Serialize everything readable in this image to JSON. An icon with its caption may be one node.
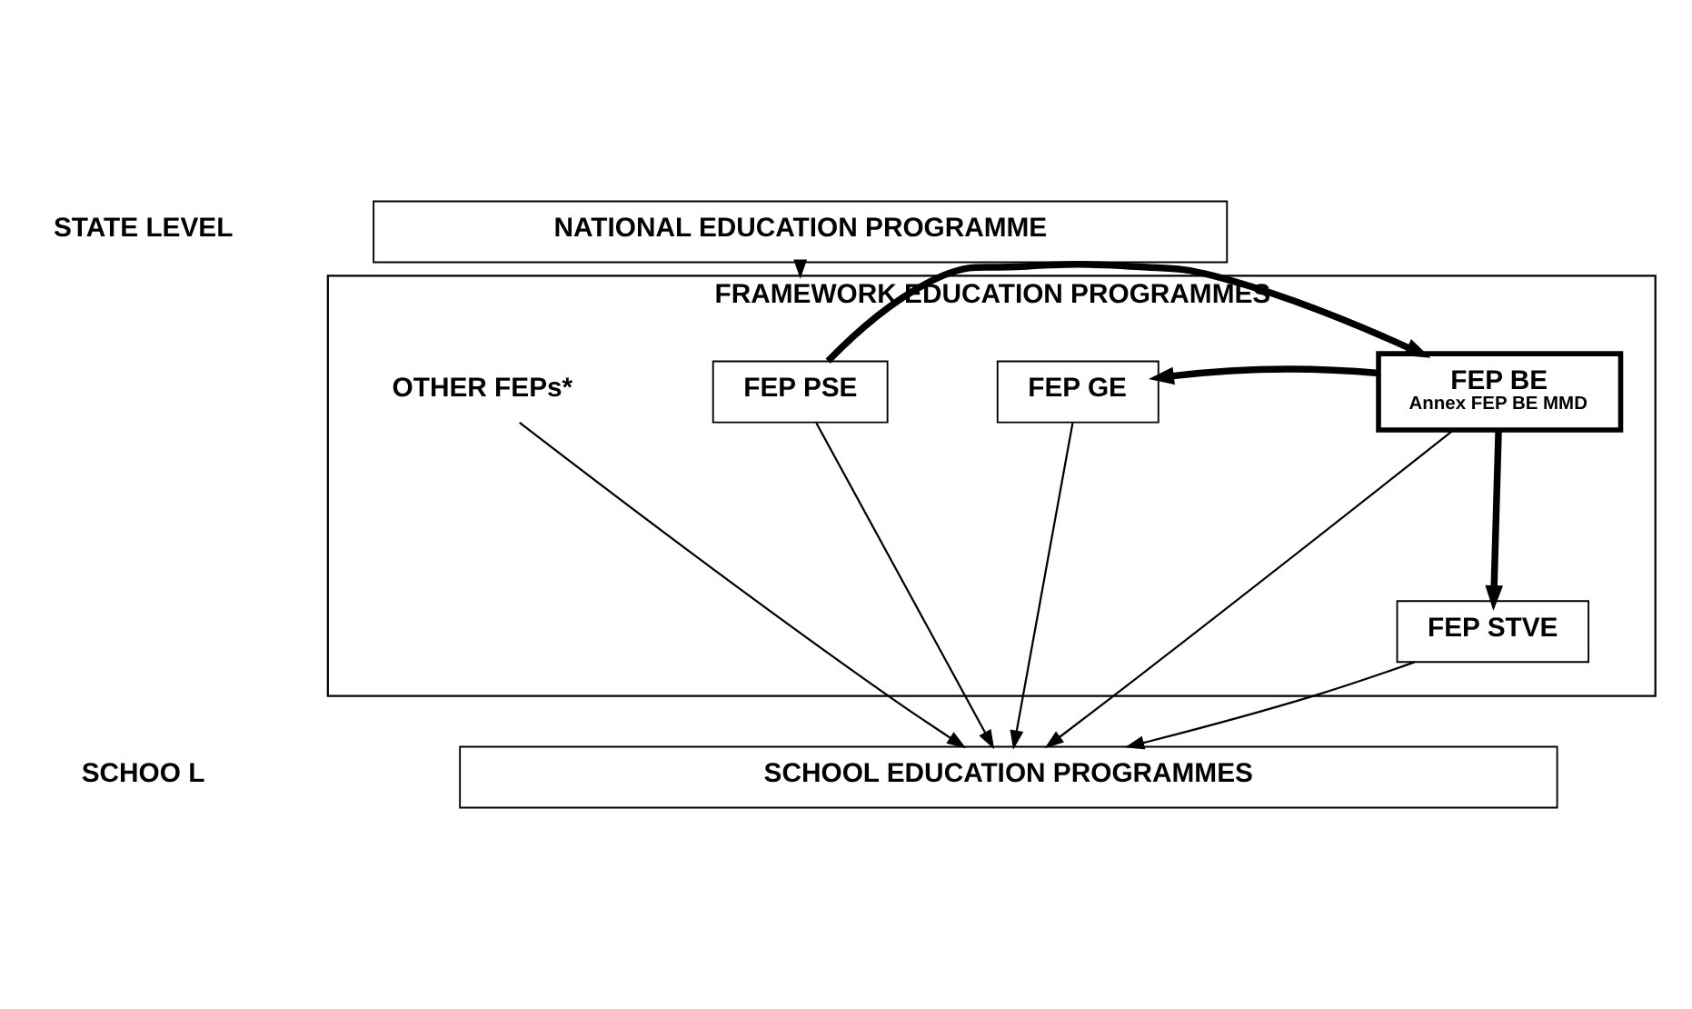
{
  "diagram": {
    "nodes": [
      {
        "text": [
          "NATIONAL EDUCATION PROGRAMME"
        ]
      },
      {
        "text": [
          "FRAMEWORK EDUCATION PROGRAMMES"
        ]
      },
      {
        "text": [
          "FEP PSE"
        ],
        "in": 1
      },
      {
        "text": [
          "FEP BE",
          "Annex FEP BE MMD"
        ],
        "in": 1
      },
      {
        "text": [
          "FEP GE"
        ],
        "in": 1
      },
      {
        "text": [
          "FEP STVE"
        ],
        "in": 1
      },
      {
        "text": [
          "OTHER FEPs*"
        ],
        "in": 1
      },
      {
        "text": [
          "SCHOOL EDUCATION PROGRAMMES"
        ]
      }
    ],
    "edges": [
      {
        "from": 0,
        "to": 1,
        "arrow": "to"
      },
      {
        "from": 2,
        "to": 3,
        "arrow": "to",
        "style": "thick"
      },
      {
        "from": 3,
        "to": 4,
        "arrow": "to",
        "style": "thick"
      },
      {
        "from": 3,
        "to": 5,
        "arrow": "to",
        "style": "thick"
      },
      {
        "from": 2,
        "to": 7,
        "arrow": "to"
      },
      {
        "from": 3,
        "to": 7,
        "arrow": "to"
      },
      {
        "from": 4,
        "to": 7,
        "arrow": "to"
      },
      {
        "from": 5,
        "to": 7,
        "arrow": "to"
      },
      {
        "from": 6,
        "to": 7,
        "arrow": "to"
      }
    ],
    "labels": [
      "STATE LEVEL",
      "SCHOO L"
    ]
  }
}
